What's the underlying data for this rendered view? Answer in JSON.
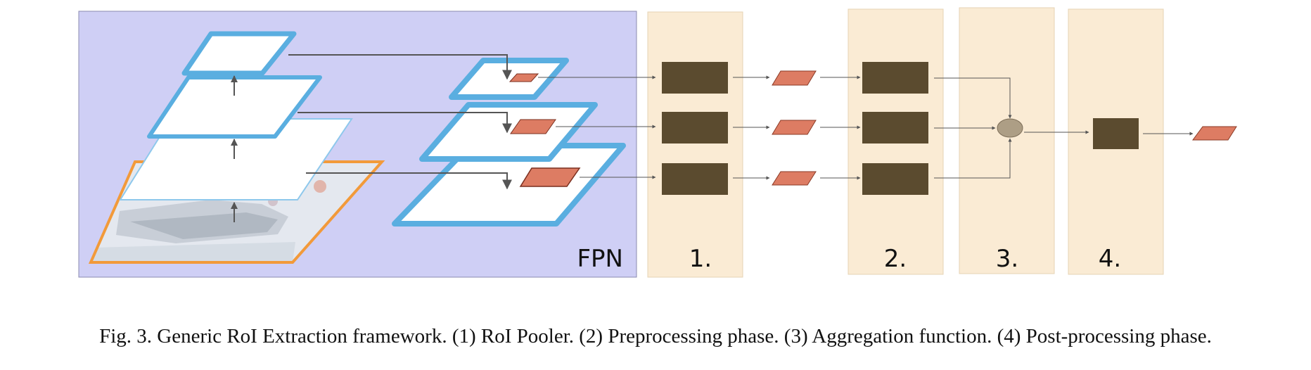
{
  "diagram": {
    "fpn_label": "FPN",
    "stage_labels": [
      "1.",
      "2.",
      "3.",
      "4."
    ],
    "colors": {
      "fpn_background": "#cfcff5",
      "stage_background": "#faebd4",
      "pyramid_outline": "#5aaee0",
      "image_outline": "#f29a3a",
      "block": "#5b4b2f",
      "roi_feature": "#dd7c63",
      "aggregation_node": "#ad9e85",
      "connector": "#555555"
    }
  },
  "caption": "Fig. 3.  Generic RoI Extraction framework. (1) RoI Pooler. (2) Preprocessing phase. (3) Aggregation function. (4) Post-processing phase."
}
